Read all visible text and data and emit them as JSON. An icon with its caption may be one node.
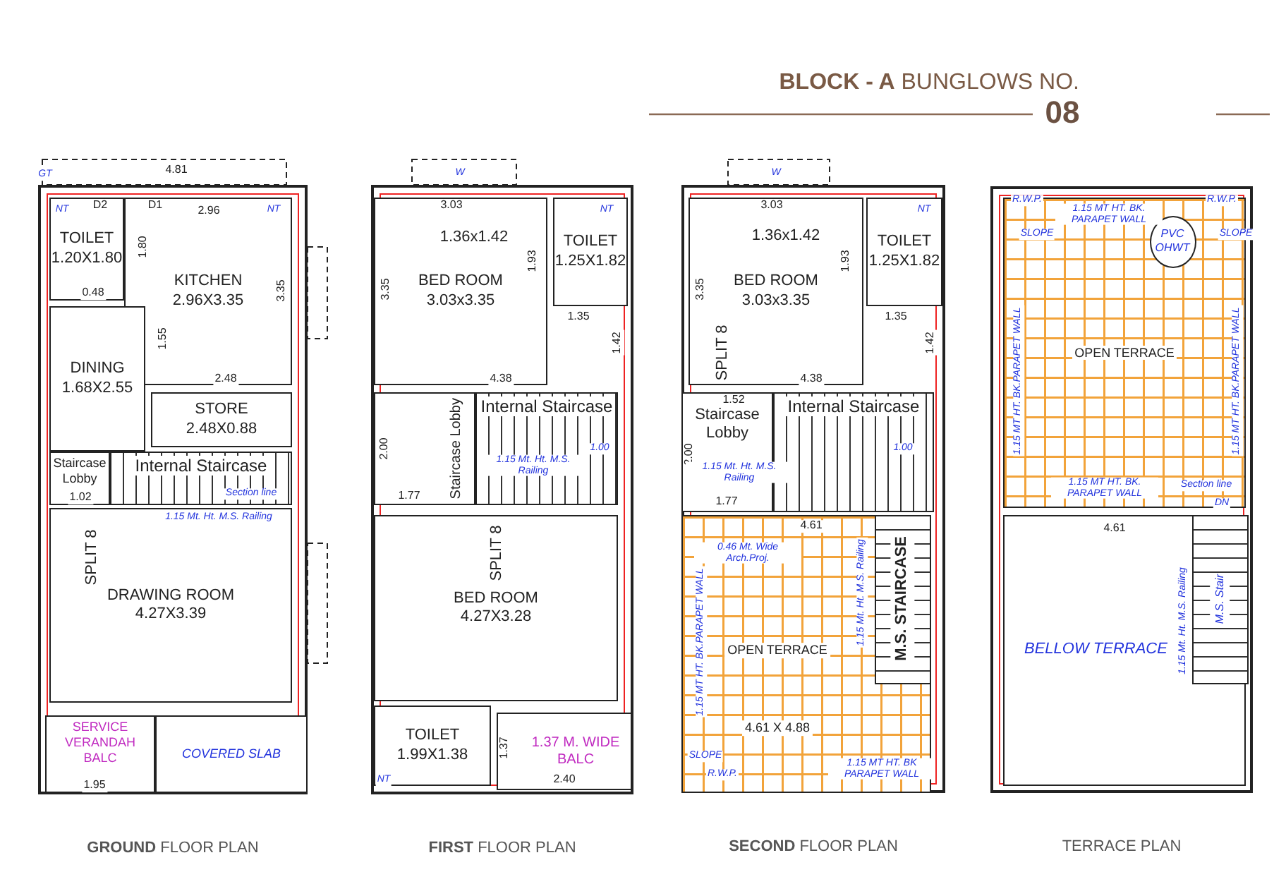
{
  "diagram": {
    "title": "**BLOCK - A** BUNGLOWS NO.",
    "nodes": [
      {
        "text": [
          "**GROUND** FLOOR PLAN"
        ]
      },
      {
        "text": [
          "TOILET",
          "1.20X1.80"
        ],
        "in": 0
      },
      {
        "text": [
          "KITCHEN",
          "2.96X3.35"
        ],
        "in": 0
      },
      {
        "text": [
          "DINING",
          "1.68X2.55"
        ],
        "in": 0
      },
      {
        "text": [
          "STORE",
          "2.48X0.88"
        ],
        "in": 0
      },
      {
        "text": [
          "Staircase Lobby"
        ],
        "in": 0
      },
      {
        "text": [
          "Internal Staircase"
        ],
        "in": 0
      },
      {
        "text": [
          "DRAWING ROOM",
          "4.27X3.39"
        ],
        "in": 0
      },
      {
        "text": [
          "SERVICE VERANDAH",
          "BALC"
        ],
        "in": 0
      },
      {
        "text": [
          "COVERED SLAB"
        ],
        "in": 0
      },
      {
        "text": [
          "**FIRST** FLOOR PLAN"
        ]
      },
      {
        "text": [
          "BED ROOM",
          "3.03x3.35"
        ],
        "in": 10
      },
      {
        "text": [
          "TOILET",
          "1.25X1.82"
        ],
        "in": 10
      },
      {
        "text": [
          "Staircase Lobby"
        ],
        "in": 10
      },
      {
        "text": [
          "Internal Staircase"
        ],
        "in": 10
      },
      {
        "text": [
          "BED ROOM",
          "4.27X3.28"
        ],
        "in": 10
      },
      {
        "text": [
          "TOILET",
          "1.99X1.38"
        ],
        "in": 10
      },
      {
        "text": [
          "1.37 M. WIDE BALC"
        ],
        "in": 10
      },
      {
        "text": [
          "**SECOND** FLOOR PLAN"
        ]
      },
      {
        "text": [
          "BED ROOM",
          "3.03x3.35"
        ],
        "in": 18
      },
      {
        "text": [
          "TOILET",
          "1.25X1.82"
        ],
        "in": 18
      },
      {
        "text": [
          "Staircase Lobby"
        ],
        "in": 18
      },
      {
        "text": [
          "Internal Staircase"
        ],
        "in": 18
      },
      {
        "text": [
          "OPEN TERRACE",
          "4.61 X 4.88"
        ],
        "in": 18
      },
      {
        "text": [
          "M.S. STAIRCASE"
        ],
        "in": 23
      },
      {
        "text": [
          "TERRACE PLAN"
        ]
      },
      {
        "text": [
          "OPEN TERRACE"
        ],
        "in": 25
      },
      {
        "text": [
          "PVC OHWT"
        ],
        "in": 26
      },
      {
        "text": [
          "BELLOW TERRACE"
        ],
        "in": 25
      },
      {
        "text": [
          "M.S. Stair"
        ],
        "in": 28
      }
    ],
    "labels": [
      "08",
      "4.81",
      "GT",
      "D2",
      "D1",
      "NT",
      "NT",
      "2.96",
      "1.80",
      "0.48",
      "3.35",
      "1.55",
      "2.48",
      "Section line",
      "1.02",
      "1.15 Mt. Ht. M.S. Railing",
      "SPLIT 8",
      "1.95",
      "W",
      "3.03",
      "1.36x1.42",
      "NT",
      "1.93",
      "3.35",
      "1.35",
      "1.42",
      "4.38",
      "2.00",
      "1.15 Mt. Ht. M.S. Railing",
      "1.00",
      "1.77",
      "SPLIT 8",
      "NT",
      "1.37",
      "2.40",
      "W",
      "3.03",
      "1.36x1.42",
      "NT",
      "1.93",
      "3.35",
      "SPLIT 8",
      "1.35",
      "1.42",
      "4.38",
      "1.52",
      "2.00",
      "1.15 Mt. Ht. M.S. Railing",
      "1.77",
      "1.00",
      "4.61",
      "0.46 Mt. Wide Arch.Proj.",
      "1.15 MT HT. BK.PARAPET WALL",
      "1.15 Mt. Ht. M.S. Railing",
      "SLOPE",
      "R.W.P.",
      "1.15 MT HT. BK PARAPET WALL",
      "R.W.P.",
      "1.15 MT HT. BK. PARAPET WALL",
      "R.W.P.",
      "SLOPE",
      "SLOPE",
      "1.15 MT HT. BK.PARAPET WALL",
      "1.15 MT HT. BK.PARAPET WALL",
      "1.15 MT HT. BK. PARAPET WALL",
      "Section line",
      "DN",
      "4.61",
      "1.15 Mt. Ht. M.S. Railing"
    ]
  }
}
